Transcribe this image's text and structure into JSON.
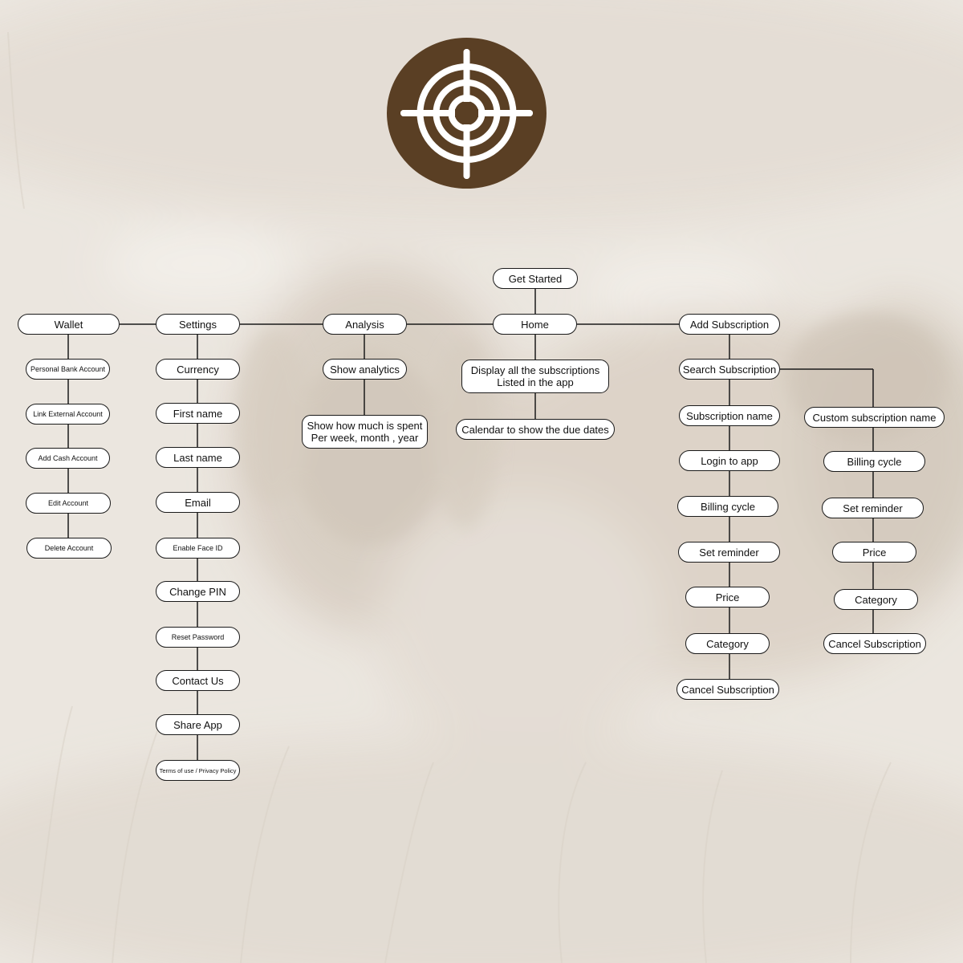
{
  "colors": {
    "logo_fill": "#5a3f24",
    "logo_stroke": "#ffffff",
    "node_border": "#1a1a1a",
    "node_fill": "#ffffff",
    "connector": "#1a1a1a",
    "background": "#e9e3dc"
  },
  "logo": {
    "icon": "crosshair-target-icon"
  },
  "nodes": {
    "get_started": "Get Started",
    "home": "Home",
    "analysis": "Analysis",
    "settings": "Settings",
    "wallet": "Wallet",
    "add_subscription": "Add Subscription",
    "wallet_items": [
      "Personal Bank Account",
      "Link External Account",
      "Add Cash Account",
      "Edit Account",
      "Delete Account"
    ],
    "settings_items": [
      "Currency",
      "First name",
      "Last name",
      "Email",
      "Enable Face ID",
      "Change PIN",
      "Reset Password",
      "Contact Us",
      "Share App",
      "Terms of use / Privacy Policy"
    ],
    "show_analytics": "Show analytics",
    "spent_line1": "Show how much is spent",
    "spent_line2": "Per week, month , year",
    "display_line1": "Display all the subscriptions",
    "display_line2": "Listed in the app",
    "calendar": "Calendar to show the due dates",
    "search_subscription": "Search Subscription",
    "search_items": [
      "Subscription name",
      "Login to app",
      "Billing cycle",
      "Set reminder",
      "Price",
      "Category",
      "Cancel Subscription"
    ],
    "custom_subscription": "Custom subscription name",
    "custom_items": [
      "Billing cycle",
      "Set reminder",
      "Price",
      "Category",
      "Cancel Subscription"
    ]
  }
}
